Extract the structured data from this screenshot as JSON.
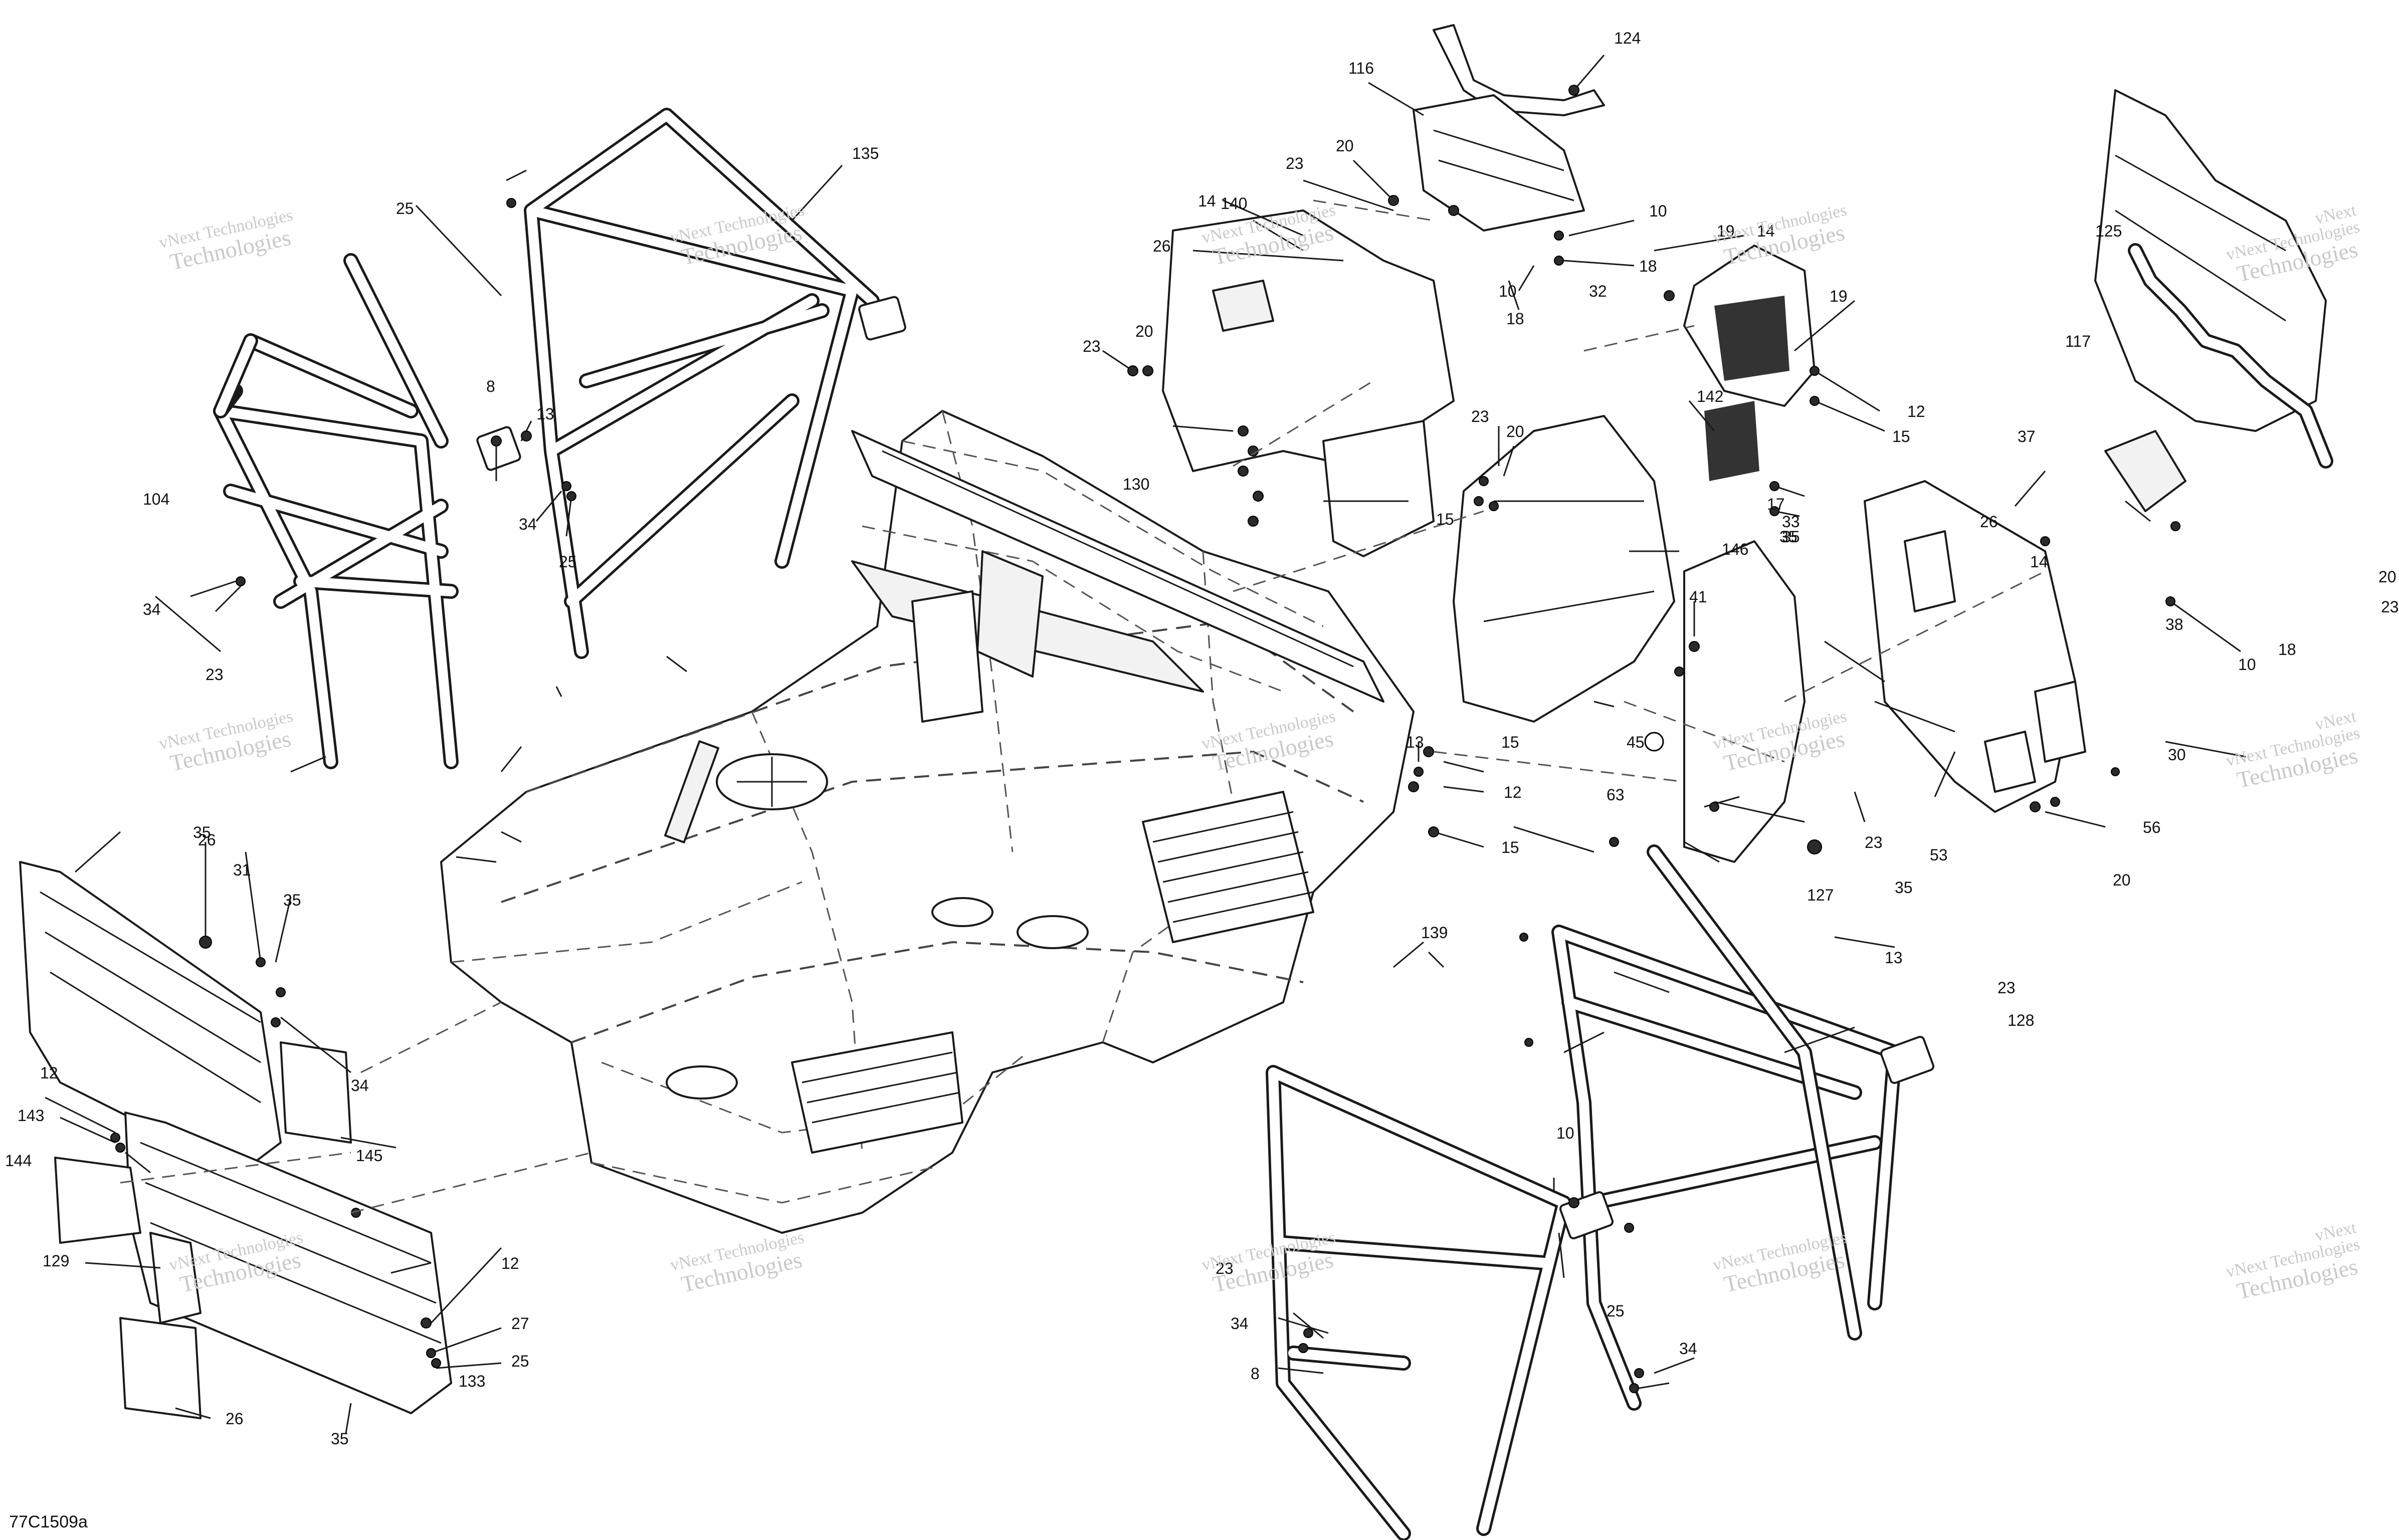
{
  "diagram_ref": "77C1509a",
  "watermark": {
    "line1": "vNext Technologies",
    "line2": "Technologies",
    "line0": "vNext"
  },
  "callouts": [
    "124",
    "116",
    "20",
    "23",
    "10",
    "18",
    "10",
    "18",
    "140",
    "14",
    "26",
    "20",
    "23",
    "19",
    "14",
    "32",
    "19",
    "12",
    "15",
    "142",
    "17",
    "33",
    "35",
    "130",
    "23",
    "20",
    "15",
    "146",
    "25",
    "135",
    "8",
    "13",
    "34",
    "25",
    "104",
    "34",
    "23",
    "125",
    "117",
    "37",
    "26",
    "14",
    "38",
    "10",
    "18",
    "20",
    "23",
    "35",
    "41",
    "45",
    "63",
    "13",
    "15",
    "12",
    "15",
    "23",
    "127",
    "35",
    "53",
    "30",
    "56",
    "20",
    "23",
    "128",
    "35",
    "26",
    "31",
    "35",
    "34",
    "12",
    "143",
    "144",
    "145",
    "129",
    "133",
    "26",
    "35",
    "12",
    "27",
    "25",
    "139",
    "13",
    "10",
    "23",
    "34",
    "8",
    "25",
    "34"
  ],
  "colors": {
    "line": "#1a1a1a",
    "watermark": "#c9c9c9",
    "background": "#ffffff"
  }
}
